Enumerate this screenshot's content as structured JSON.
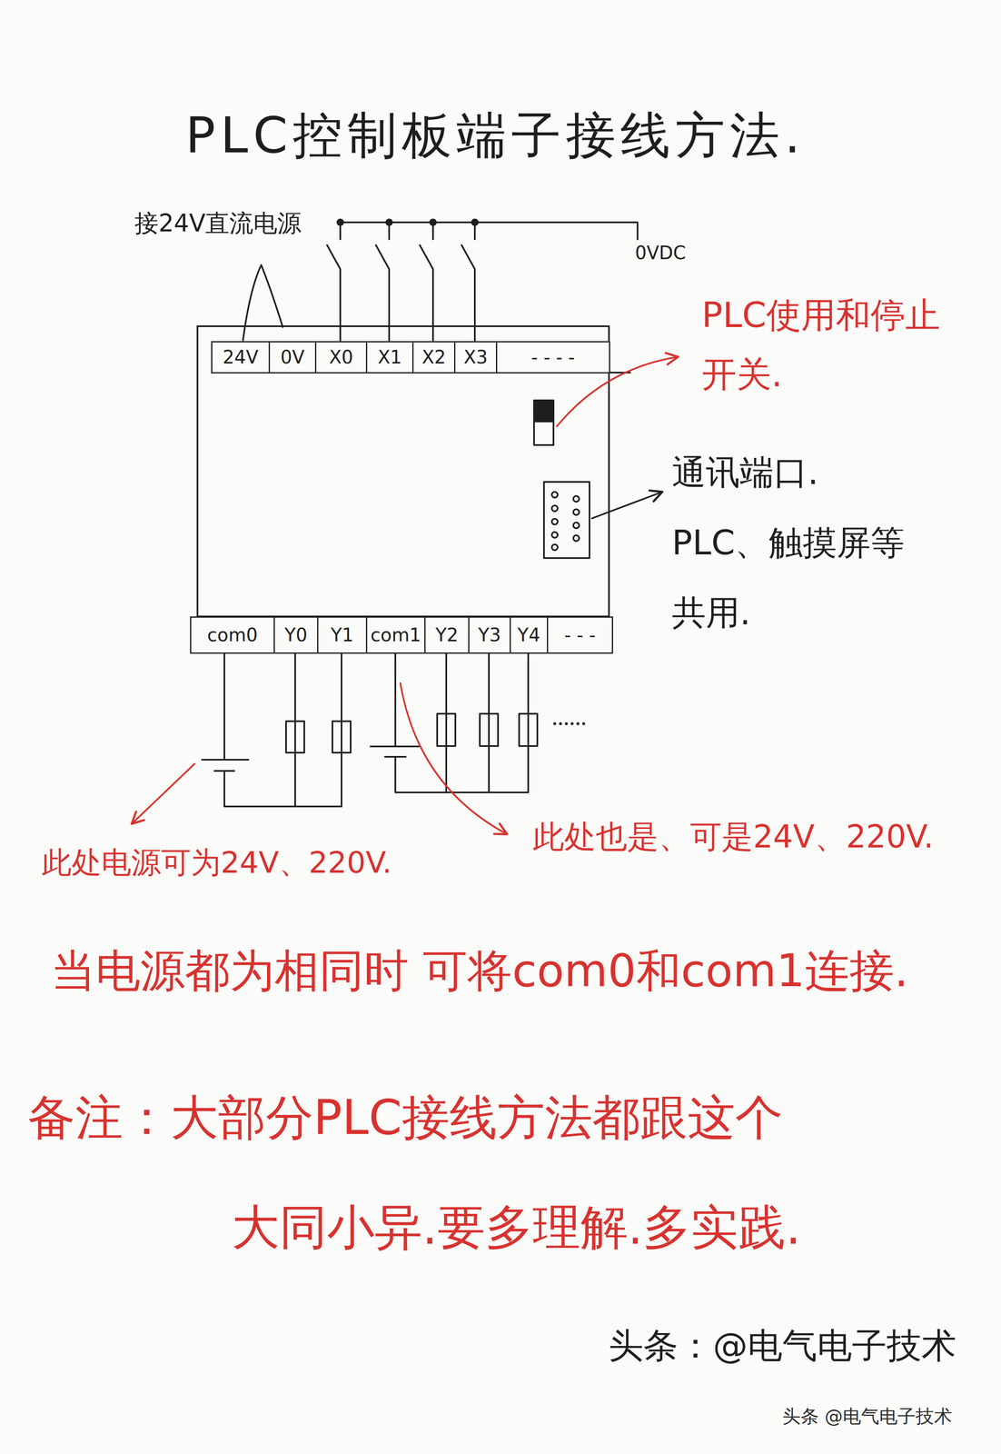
{
  "diagram": {
    "title": "PLC控制板端子接线方法.",
    "nodes": [
      {
        "text": [
          "24V"
        ]
      },
      {
        "text": [
          "0V"
        ]
      },
      {
        "text": [
          "X0"
        ]
      },
      {
        "text": [
          "X1"
        ]
      },
      {
        "text": [
          "X2"
        ]
      },
      {
        "text": [
          "X3"
        ]
      },
      {
        "text": [
          "- - - -"
        ]
      },
      {
        "text": [
          "com0"
        ]
      },
      {
        "text": [
          "Y0"
        ]
      },
      {
        "text": [
          "Y1"
        ]
      },
      {
        "text": [
          "com1"
        ]
      },
      {
        "text": [
          "Y2"
        ]
      },
      {
        "text": [
          "Y3"
        ]
      },
      {
        "text": [
          "Y4"
        ]
      },
      {
        "text": [
          "- - -"
        ]
      }
    ],
    "labels": [
      "接24V直流电源",
      "0VDC",
      "PLC使用和停止 开关.",
      "通讯端口. PLC、触摸屏等 共用.",
      "此处电源可为24V、220V.",
      "此处也是、可是24V、220V.",
      "当电源都为相同时 可将com0和com1连接.",
      "备注：大部分PLC接线方法都跟这个 大同小异.要多理解.多实践.",
      "头条：@电气电子技术",
      "头条 @电气电子技术"
    ]
  }
}
